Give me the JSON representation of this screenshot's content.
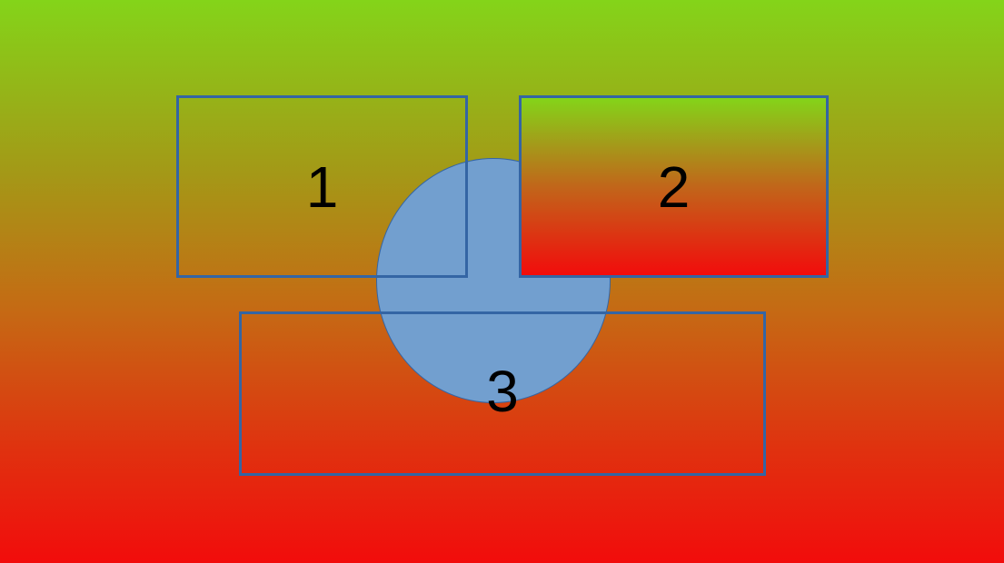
{
  "shapes": [
    {
      "id": "1",
      "label": "1"
    },
    {
      "id": "2",
      "label": "2"
    },
    {
      "id": "3",
      "label": "3"
    }
  ],
  "colors": {
    "background_top": "#84d419",
    "background_bottom": "#f20c0c",
    "shape_border": "#3465a4",
    "ellipse_fill": "#729fcf",
    "label_text": "#000000"
  }
}
